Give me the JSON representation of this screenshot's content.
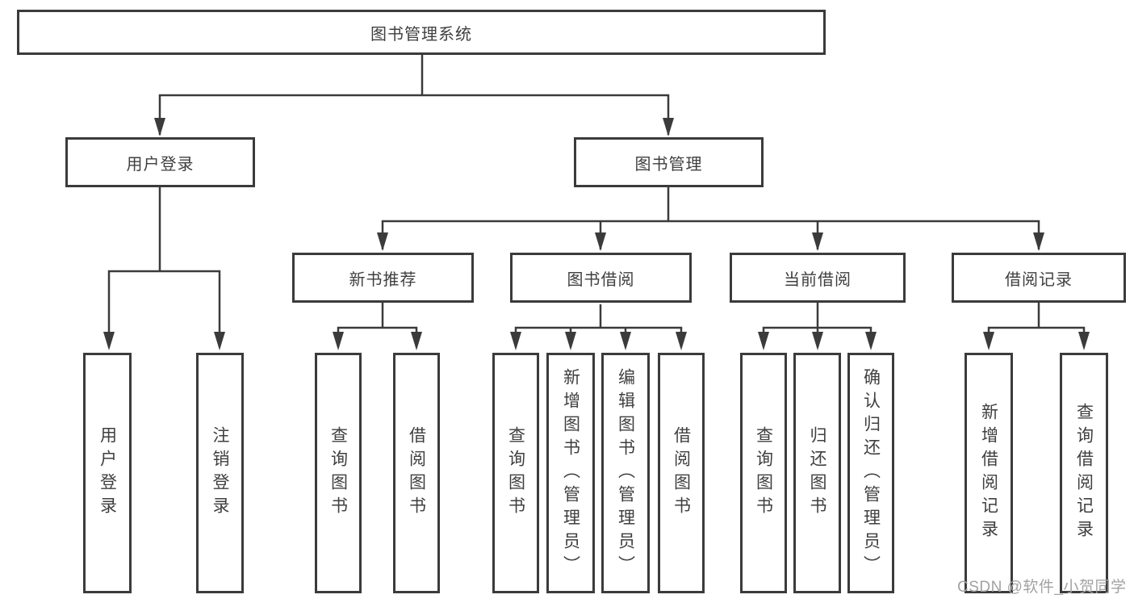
{
  "diagram": {
    "root": {
      "label": "图书管理系统"
    },
    "level2": {
      "user_login": {
        "label": "用户登录"
      },
      "book_management": {
        "label": "图书管理"
      }
    },
    "level3": {
      "new_book_recommend": {
        "label": "新书推荐"
      },
      "book_borrowing": {
        "label": "图书借阅"
      },
      "current_borrowing": {
        "label": "当前借阅"
      },
      "borrowing_records": {
        "label": "借阅记录"
      }
    },
    "leaves": {
      "user_login": [
        "用户登录",
        "注销登录"
      ],
      "new_book_recommend": [
        "查询图书",
        "借阅图书"
      ],
      "book_borrowing": [
        "查询图书",
        "新增图书（管理员）",
        "编辑图书（管理员）",
        "借阅图书"
      ],
      "current_borrowing": [
        "查询图书",
        "归还图书",
        "确认归还（管理员）"
      ],
      "borrowing_records": [
        "新增借阅记录",
        "查询借阅记录"
      ]
    }
  },
  "watermark": {
    "text": "CSDN @软件_小贺同学"
  },
  "colors": {
    "line": "#3b3b3b",
    "text": "#3f3f3f",
    "watermark": "#a2a2a2",
    "background": "#ffffff"
  }
}
